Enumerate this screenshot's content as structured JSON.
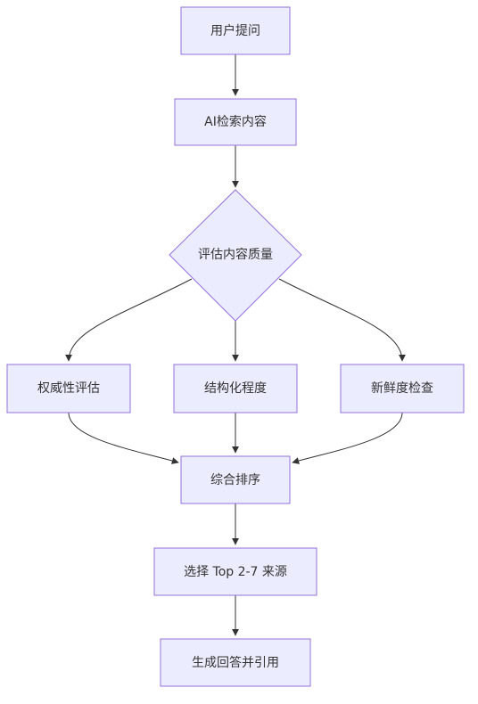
{
  "nodes": {
    "user_question": "用户提问",
    "ai_retrieve": "AI检索内容",
    "evaluate_quality": "评估内容质量",
    "authority_eval": "权威性评估",
    "structure_level": "结构化程度",
    "freshness_check": "新鲜度检查",
    "combined_ranking": "综合排序",
    "select_sources": "选择 Top 2-7 来源",
    "generate_answer": "生成回答并引用"
  },
  "colors": {
    "node_fill": "#ececff",
    "node_stroke": "#9370db",
    "edge": "#333333",
    "text": "#333333"
  }
}
